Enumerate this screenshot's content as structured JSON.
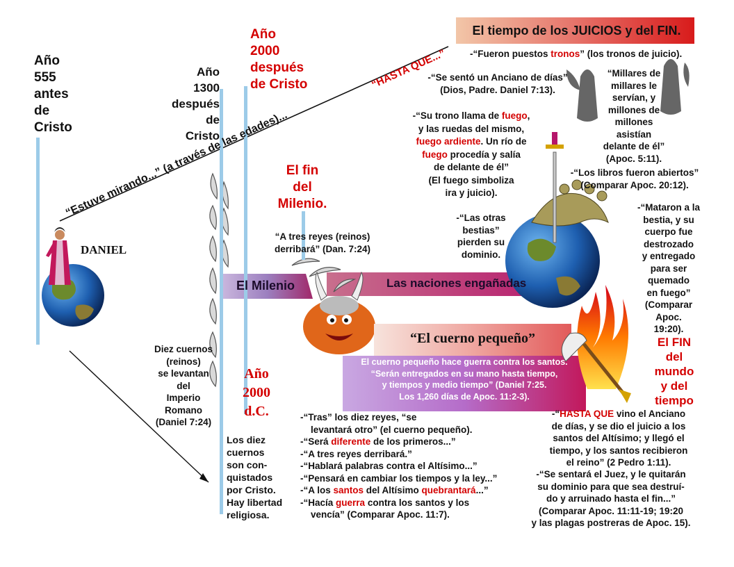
{
  "year_555": "Año\n555\nantes\nde\nCristo",
  "year_1300": "Año\n1300\ndespués\nde\nCristo",
  "year_2000": "Año\n2000\ndespués\nde Cristo",
  "fin_milenio": "El fin\ndel\nMilenio.",
  "estuve_mirando": "“Estuve mirando...” (a través de las edades)...",
  "hasta_que_diag": "“HASTA QUE...”",
  "daniel": "DANIEL",
  "header_title": "El tiempo de los JUICIOS y del FIN.",
  "tronos": {
    "pre": "-“Fueron puestos ",
    "hl": "tronos",
    "post": "” (los tronos de juicio)."
  },
  "anciano": "-“Se sentó un Anciano de días”\n(Dios, Padre. Daniel 7:13).",
  "millares": "“Millares de\nmillares le\nservían, y\nmillones de\nmillones\nasistían\ndelante de él”\n(Apoc. 5:11).",
  "trono_fuego": {
    "l1a": "-“Su trono llama de ",
    "l1hl": "fuego",
    "l1b": ",",
    "l2": "y las ruedas del mismo,",
    "l3hl": "fuego ardiente",
    "l3b": ". Un río de",
    "l4hl": "fuego",
    "l4b": " procedía y salía",
    "l5": "de delante de él”",
    "l6": "(El fuego simboliza",
    "l7": "ira y juicio)."
  },
  "libros": "-“Los libros fueron abiertos”\n(Comparar Apoc. 20:12).",
  "mataron": "-“Mataron a la\nbestia, y su\ncuerpo fue\ndestrozado\ny entregado\npara ser\nquemado\nen fuego”\n(Comparar\nApoc.\n19:20).",
  "fin_mundo": "El FIN\ndel\nmundo\ny del\ntiempo",
  "otras_bestias": "-“Las otras\nbestias”\npierden su\ndominio.",
  "tres_reyes": "“A tres reyes (reinos)\nderribará” (Dan. 7:24)",
  "el_milenio": "El Milenio",
  "naciones": "Las naciones engañadas",
  "cuerno_pequeno": "“El cuerno pequeño”",
  "cuerno_desc": "El cuerno pequeño hace guerra contra los santos.\n“Serán entregados en su mano hasta tiempo,\ny tiempos y medio tiempo” (Daniel 7:25.\nLos 1,260 días de Apoc. 11:2-3).",
  "diez_cuernos": "Diez cuernos\n(reinos)\nse levantan\ndel\nImperio\nRomano\n(Daniel 7:24)",
  "ano_2000_dc": "Año\n2000\nd.C.",
  "conquistados": "Los diez\ncuernos\nson con-\nquistados\npor Cristo.\nHay libertad\nreligiosa.",
  "tras_list": [
    {
      "pre": "-“Tras” los diez reyes, “se\n    levantará otro” (el cuerno pequeño).",
      "hl": "",
      "post": ""
    },
    {
      "pre": "-“Será ",
      "hl": "diferente",
      "post": " de los primeros...”"
    },
    {
      "pre": "-“A tres reyes derribará.”",
      "hl": "",
      "post": ""
    },
    {
      "pre": "-“Hablará palabras contra el Altísimo...”",
      "hl": "",
      "post": ""
    },
    {
      "pre": "-“Pensará en cambiar los tiempos y la ley...”",
      "hl": "",
      "post": ""
    },
    {
      "pre": "-“A los ",
      "hl": "santos",
      "post": " del Altísimo ",
      "hl2": "quebrantará",
      "post2": "...”"
    },
    {
      "pre": "-“Hacía ",
      "hl": "guerra",
      "post": " contra los santos y los\n    vencía” (Comparar Apoc. 11:7)."
    }
  ],
  "hasta_que_block": {
    "pre": "-“",
    "hl": "HASTA QUE",
    "post": " vino el Anciano\nde días, y se dio el juicio a los\nsantos del Altísimo; y llegó el\ntiempo, y los santos recibieron\nel reino” (2 Pedro 1:11)."
  },
  "juez": "-“Se sentará el Juez, y le quitarán\nsu dominio para que sea destruí-\ndo y arruinado hasta el fin...”\n(Comparar Apoc. 11:11-19; 19:20\ny las plagas postreras de Apoc. 15)."
}
